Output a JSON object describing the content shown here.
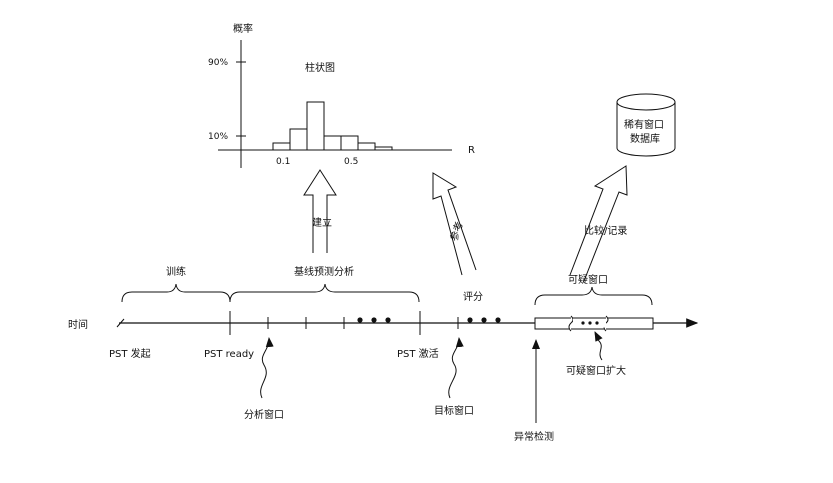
{
  "histogram": {
    "title": "柱状图",
    "ylabel": "概率",
    "xlabel": "R",
    "y_ticks": [
      "90%",
      "10%"
    ],
    "x_ticks": [
      "0.1",
      "0.5"
    ]
  },
  "database": {
    "line1": "稀有窗口",
    "line2": "数据库"
  },
  "arrows": {
    "build": "建立",
    "reference": "参考",
    "compare": "比较/记录"
  },
  "timeline": {
    "time_label": "时间",
    "training": "训练",
    "baseline": "基线预测分析",
    "scoring": "评分",
    "suspicious_window": "可疑窗口",
    "pst_start": "PST 发起",
    "pst_ready": "PST ready",
    "pst_active": "PST 激活",
    "analysis_window": "分析窗口",
    "target_window": "目标窗口",
    "anomaly_detection": "异常检测",
    "suspicious_expand": "可疑窗口扩大"
  }
}
